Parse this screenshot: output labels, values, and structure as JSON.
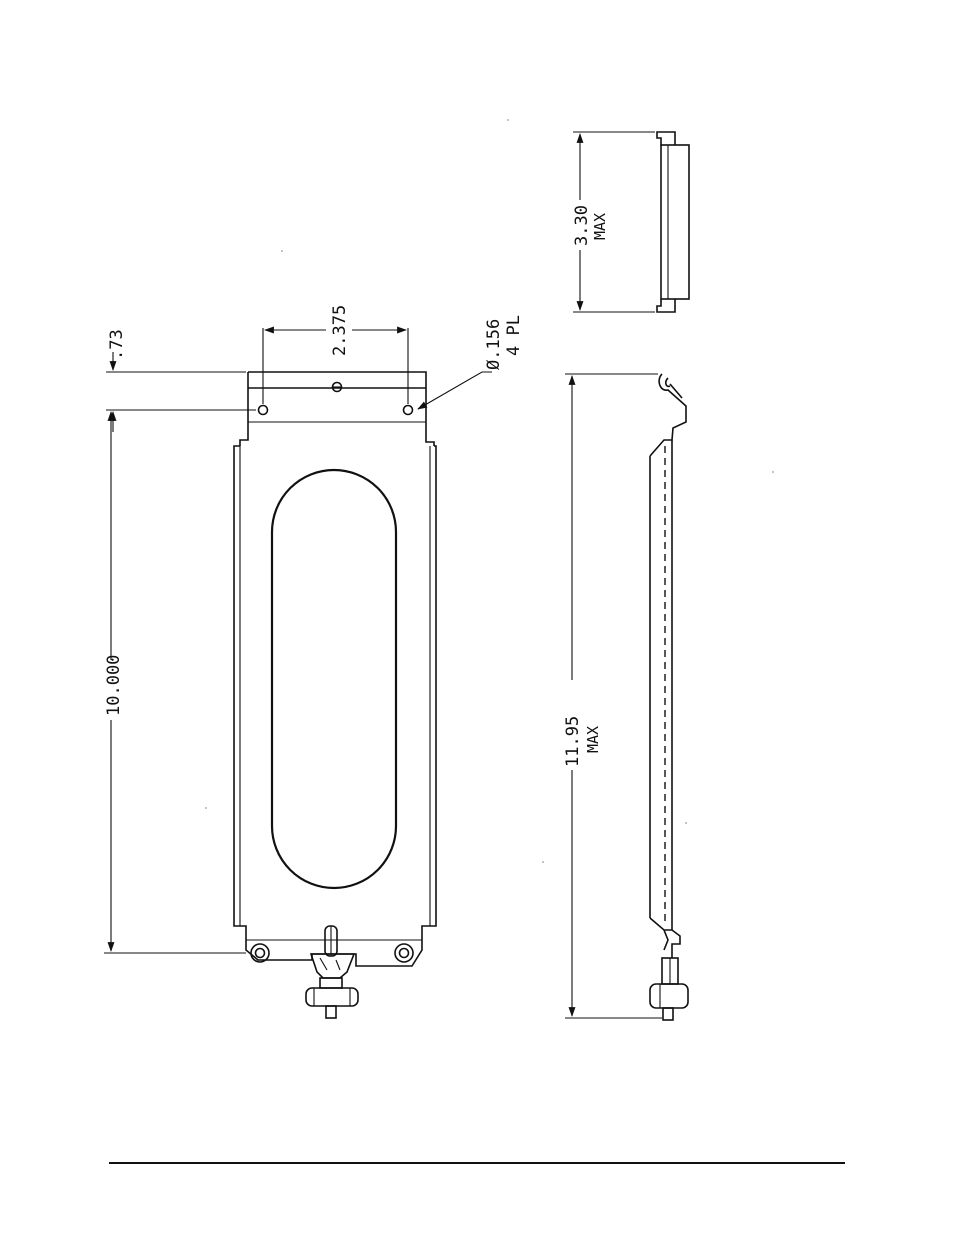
{
  "dimensions": {
    "tab_offset": ".73",
    "hole_spacing": "2.375",
    "hole_diameter": "Ø.156",
    "hole_count": "4 PL",
    "plate_length": "10.000",
    "overall_length": "11.95",
    "overall_length_note": "MAX",
    "height": "3.30",
    "height_note": "MAX"
  }
}
